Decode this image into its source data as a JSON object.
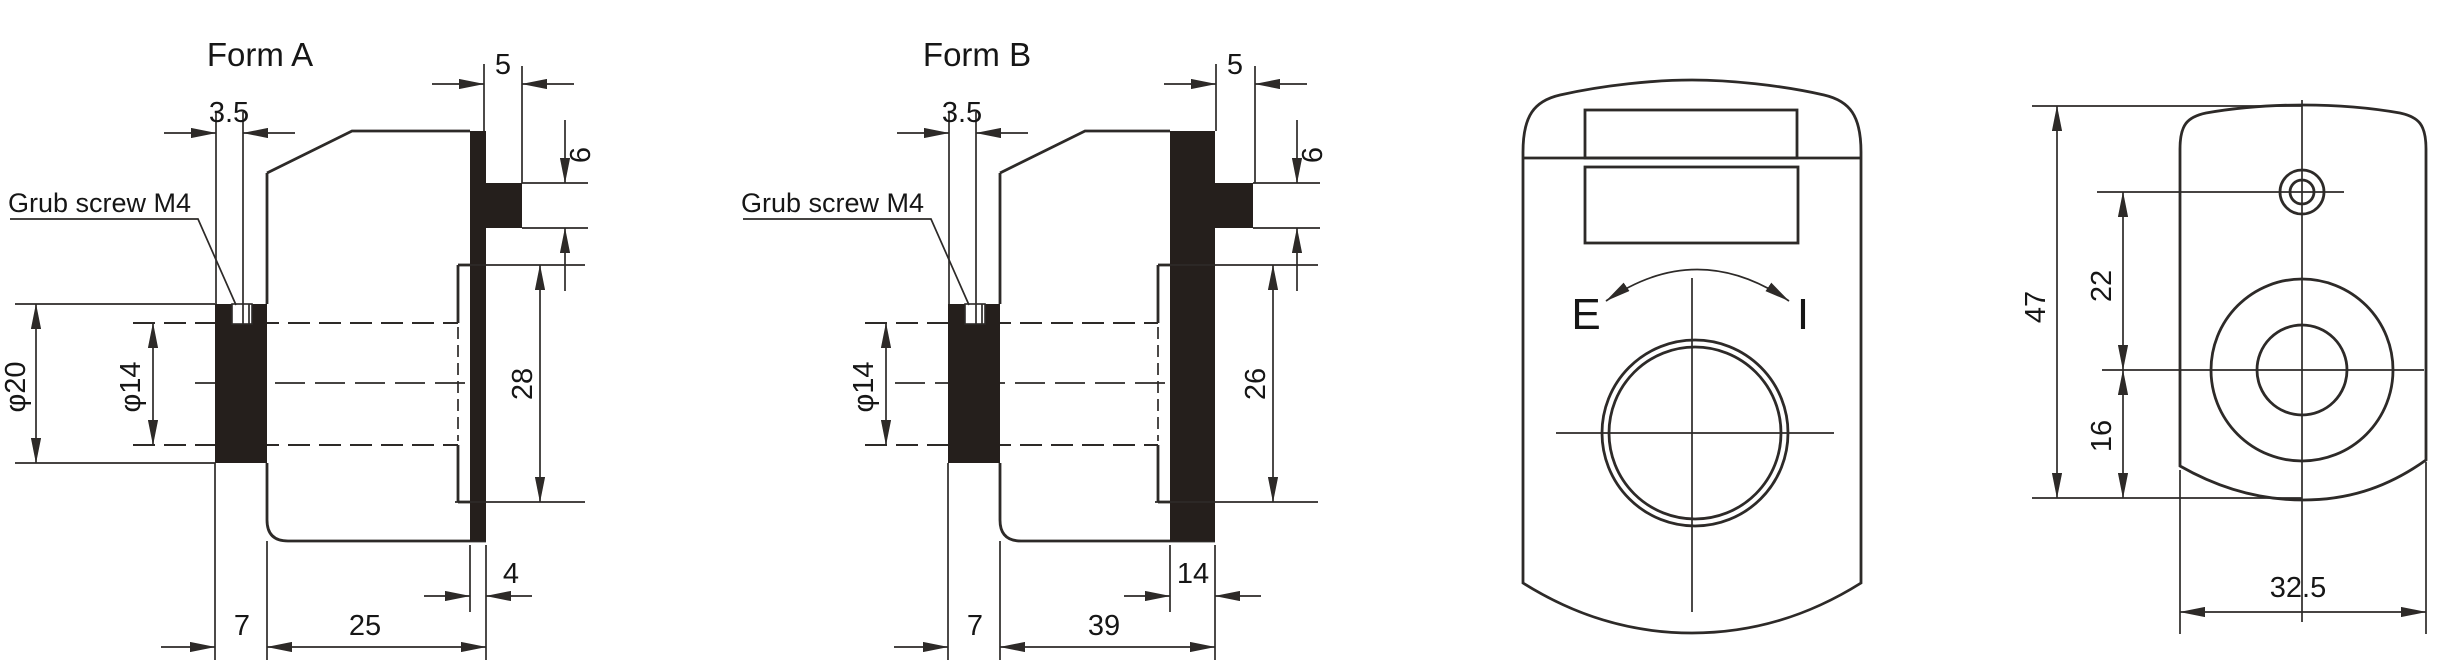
{
  "meta": {
    "background_color": "#ffffff",
    "line_color": "#2d2a28",
    "section_fill_color": "#251f1c"
  },
  "form_a": {
    "title": "Form A",
    "grub_screw_label": "Grub screw M4",
    "dims": {
      "screw_slot": "3.5",
      "tab_width": "5",
      "tab_height": "6",
      "flange_square": "28",
      "flange_thickness": "4",
      "hub_length": "7",
      "body_length": "25",
      "shaft_outer": "φ20",
      "bore": "φ14"
    }
  },
  "form_b": {
    "title": "Form B",
    "grub_screw_label": "Grub screw M4",
    "dims": {
      "screw_slot": "3.5",
      "tab_width": "5",
      "tab_height": "6",
      "flange_square": "26",
      "flange_thickness": "14",
      "hub_length": "7",
      "body_length": "39",
      "bore": "φ14"
    }
  },
  "front_view": {
    "counterclockwise_label": "E",
    "clockwise_label": "I"
  },
  "rear_view": {
    "dims": {
      "overall_height": "47",
      "hole_to_shaft": "22",
      "shaft_to_bottom": "16",
      "overall_width": "32.5"
    }
  }
}
